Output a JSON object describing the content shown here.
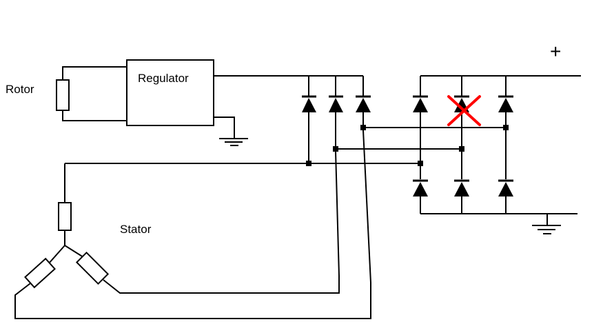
{
  "labels": {
    "rotor": "Rotor",
    "regulator": "Regulator",
    "stator": "Stator",
    "plus": "+"
  },
  "colors": {
    "wire": "#000000",
    "fault_mark": "#ff0000",
    "background": "#ffffff"
  },
  "components": {
    "rotor_winding": "resistor",
    "stator_windings": [
      "resistor",
      "resistor",
      "resistor"
    ],
    "excitation_diodes": 3,
    "main_diodes_upper": 3,
    "main_diodes_lower": 3,
    "faulty_diode": "main-diode-upper-2",
    "fault_icon": "cross-mark-icon",
    "ground_symbols": 2
  }
}
